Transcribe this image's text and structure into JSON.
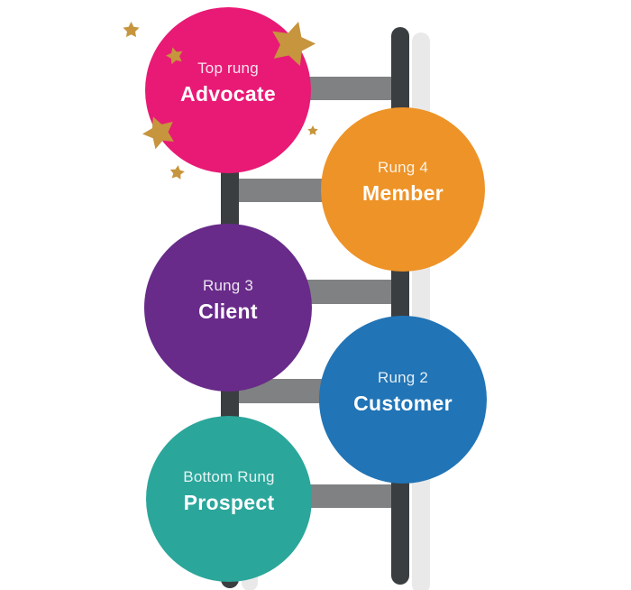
{
  "diagram": {
    "background": "#FFFFFF",
    "rungs": [
      {
        "id": "advocate",
        "rung_label": "Top rung",
        "stage_label": "Advocate",
        "color": "#E81A75"
      },
      {
        "id": "member",
        "rung_label": "Rung 4",
        "stage_label": "Member",
        "color": "#EE9327"
      },
      {
        "id": "client",
        "rung_label": "Rung 3",
        "stage_label": "Client",
        "color": "#682B89"
      },
      {
        "id": "customer",
        "rung_label": "Rung 2",
        "stage_label": "Customer",
        "color": "#2174B5"
      },
      {
        "id": "prospect",
        "rung_label": "Bottom Rung",
        "stage_label": "Prospect",
        "color": "#2BA69B"
      }
    ],
    "ladder": {
      "rail_color": "#3A3E41",
      "rung_color": "#7F8183",
      "shadow_color": "#E9E9E9"
    },
    "decorations": {
      "star_color": "#C6953D"
    },
    "text": {
      "rung_label_color": "rgba(255,255,255,0.88)",
      "stage_label_color": "#FFFFFF"
    }
  }
}
